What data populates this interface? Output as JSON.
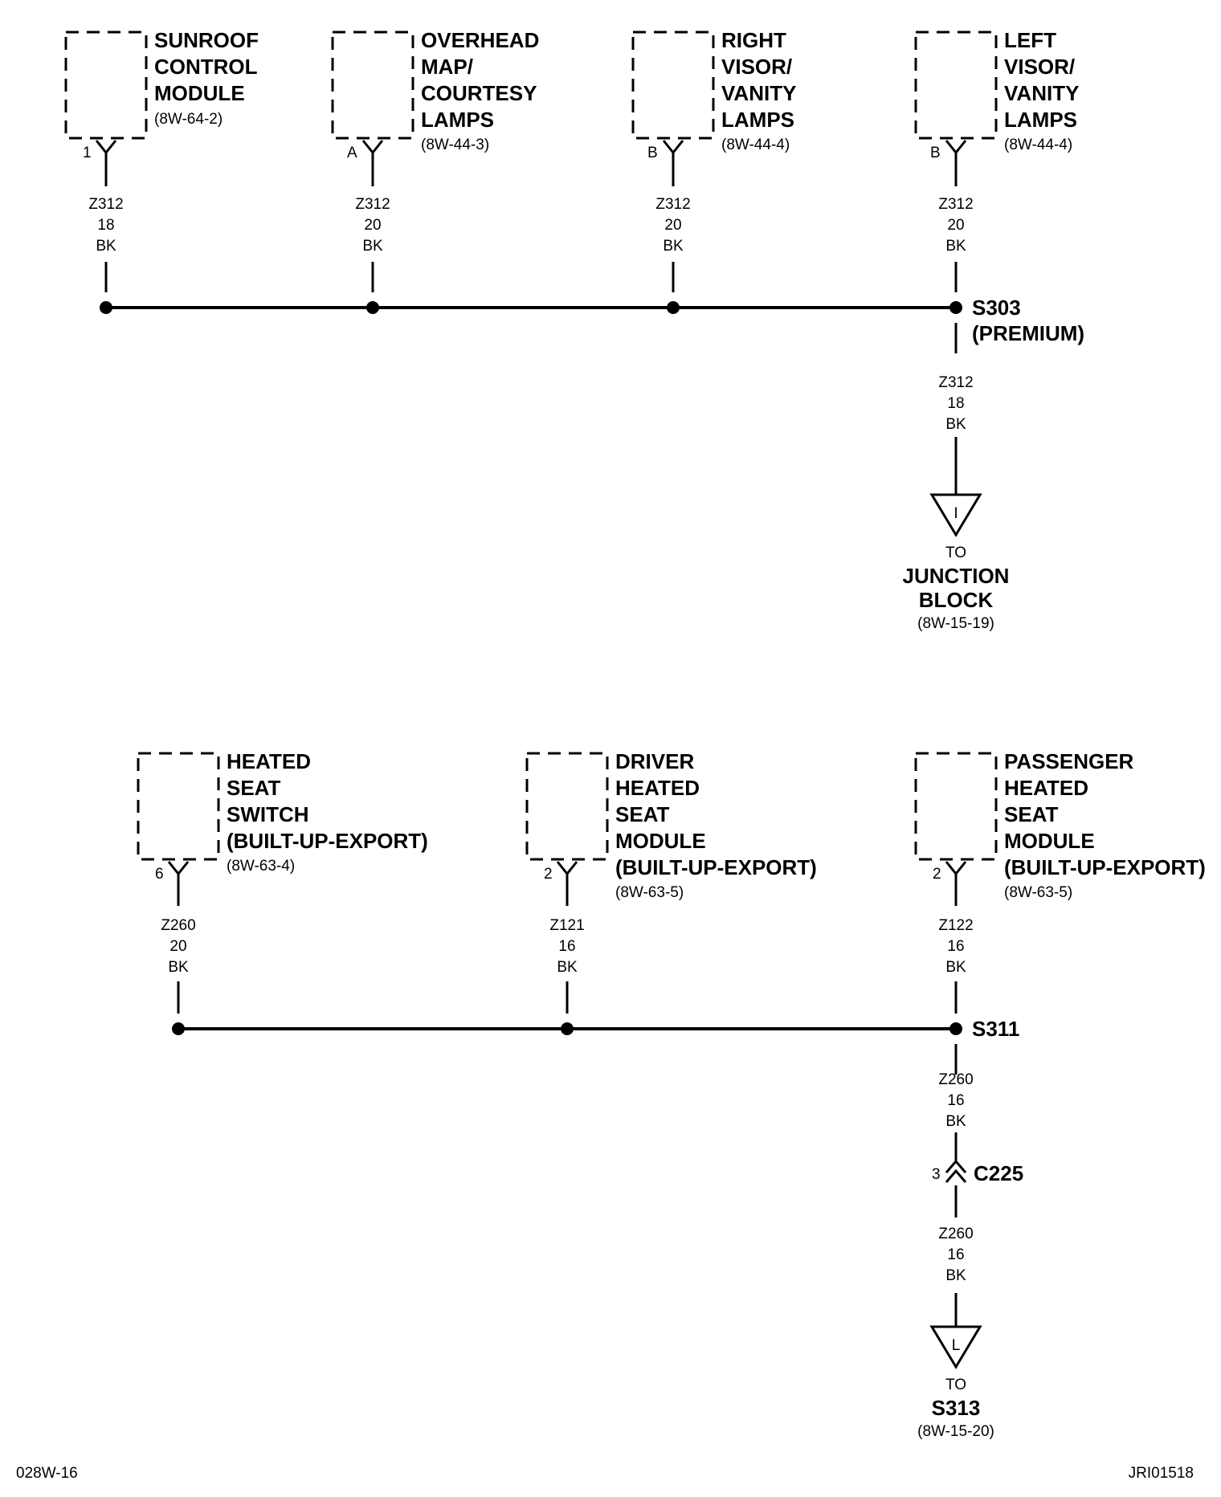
{
  "components": [
    {
      "name": "sunroof-control-module",
      "title": [
        "SUNROOF",
        "CONTROL",
        "MODULE"
      ],
      "ref": "(8W-64-2)",
      "pin": "1"
    },
    {
      "name": "overhead-map-courtesy-lamps",
      "title": [
        "OVERHEAD",
        "MAP/",
        "COURTESY",
        "LAMPS"
      ],
      "ref": "(8W-44-3)",
      "pin": "A"
    },
    {
      "name": "right-visor-vanity-lamps",
      "title": [
        "RIGHT",
        "VISOR/",
        "VANITY",
        "LAMPS"
      ],
      "ref": "(8W-44-4)",
      "pin": "B"
    },
    {
      "name": "left-visor-vanity-lamps",
      "title": [
        "LEFT",
        "VISOR/",
        "VANITY",
        "LAMPS"
      ],
      "ref": "(8W-44-4)",
      "pin": "B"
    },
    {
      "name": "heated-seat-switch",
      "title": [
        "HEATED",
        "SEAT",
        "SWITCH",
        "(BUILT-UP-EXPORT)"
      ],
      "ref": "(8W-63-4)",
      "pin": "6"
    },
    {
      "name": "driver-heated-seat-module",
      "title": [
        "DRIVER",
        "HEATED",
        "SEAT",
        "MODULE",
        "(BUILT-UP-EXPORT)"
      ],
      "ref": "(8W-63-5)",
      "pin": "2"
    },
    {
      "name": "passenger-heated-seat-module",
      "title": [
        "PASSENGER",
        "HEATED",
        "SEAT",
        "MODULE",
        "(BUILT-UP-EXPORT)"
      ],
      "ref": "(8W-63-5)",
      "pin": "2"
    }
  ],
  "wires": [
    [
      "Z312",
      "18",
      "BK"
    ],
    [
      "Z312",
      "20",
      "BK"
    ],
    [
      "Z312",
      "20",
      "BK"
    ],
    [
      "Z312",
      "20",
      "BK"
    ],
    [
      "Z312",
      "18",
      "BK"
    ],
    [
      "Z260",
      "20",
      "BK"
    ],
    [
      "Z121",
      "16",
      "BK"
    ],
    [
      "Z122",
      "16",
      "BK"
    ],
    [
      "Z260",
      "16",
      "BK"
    ],
    [
      "Z260",
      "16",
      "BK"
    ]
  ],
  "splices": [
    {
      "id": "S303",
      "note": "(PREMIUM)"
    },
    {
      "id": "S311"
    }
  ],
  "connector": {
    "pin": "3",
    "id": "C225"
  },
  "grounds": [
    {
      "letter": "I",
      "to": "TO",
      "dest": [
        "JUNCTION",
        "BLOCK"
      ],
      "ref": "(8W-15-19)"
    },
    {
      "letter": "L",
      "to": "TO",
      "dest": [
        "S313"
      ],
      "ref": "(8W-15-20)"
    }
  ],
  "footer": {
    "left": "028W-16",
    "right": "JRI01518"
  }
}
